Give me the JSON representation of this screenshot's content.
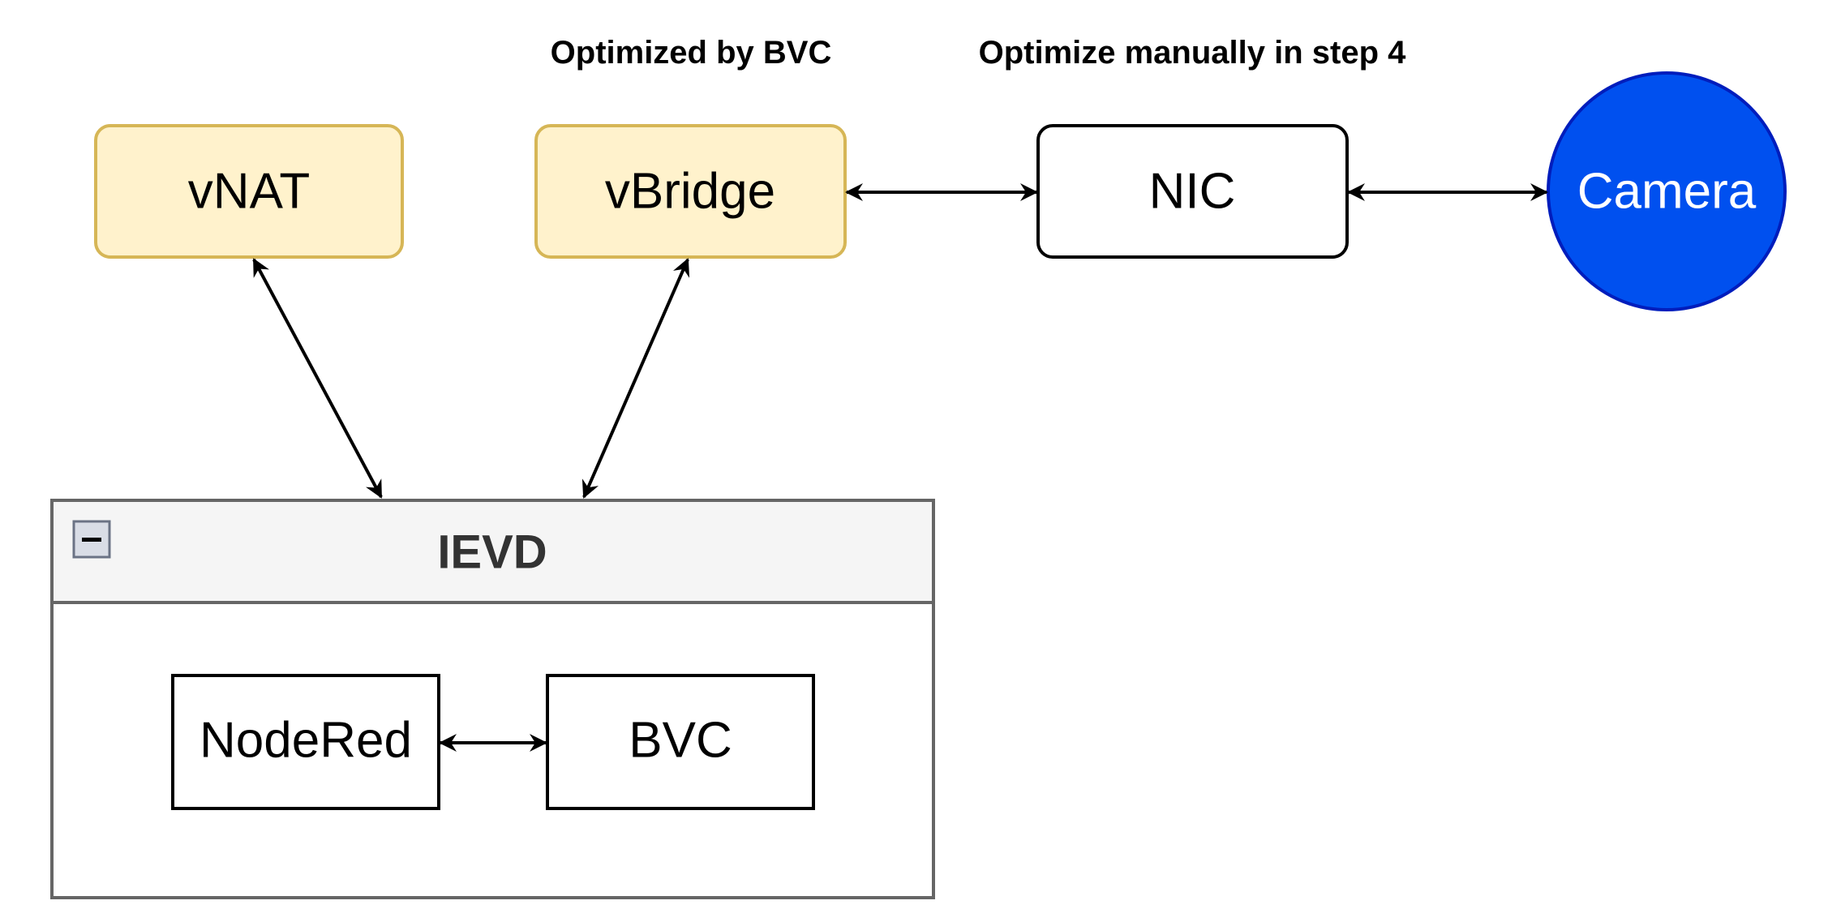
{
  "annotations": {
    "optimized_by_bvc": "Optimized by BVC",
    "optimize_manually": "Optimize manually in step 4"
  },
  "nodes": {
    "vnat": "vNAT",
    "vbridge": "vBridge",
    "nic": "NIC",
    "camera": "Camera",
    "nodered": "NodeRed",
    "bvc": "BVC"
  },
  "container": {
    "title": "IEVD"
  },
  "colors": {
    "highlight_fill": "#fff2cc",
    "highlight_stroke": "#d6b656",
    "camera_fill": "#0050ef",
    "camera_stroke": "#001dbc",
    "container_header_fill": "#f5f5f5",
    "container_stroke": "#666666",
    "container_title": "#333333"
  },
  "icons": {
    "collapse": "collapse-minus-icon"
  }
}
